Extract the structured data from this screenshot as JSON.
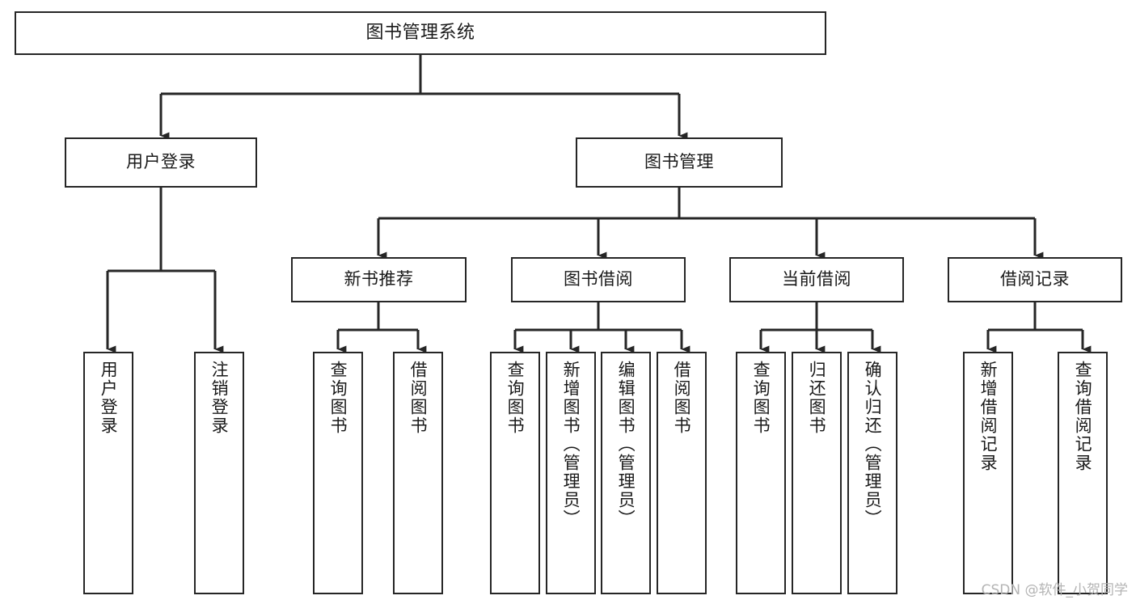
{
  "diagram": {
    "title": "图书管理系统",
    "type": "tree-hierarchy-chart",
    "background_color": "#ffffff",
    "line_color": "#262626",
    "text_color": "#1a1a1a"
  },
  "nodes": {
    "root": {
      "label": "图书管理系统"
    },
    "level1": [
      {
        "id": "user-login",
        "label": "用户登录"
      },
      {
        "id": "book-manage",
        "label": "图书管理"
      }
    ],
    "level2": [
      {
        "id": "new-book-recommend",
        "label": "新书推荐"
      },
      {
        "id": "book-borrow",
        "label": "图书借阅"
      },
      {
        "id": "current-borrow",
        "label": "当前借阅"
      },
      {
        "id": "borrow-record",
        "label": "借阅记录"
      }
    ],
    "leaves": {
      "user-login": [
        {
          "id": "leaf-user-login",
          "label": "用户登录"
        },
        {
          "id": "leaf-user-logout",
          "label": "注销登录"
        }
      ],
      "new-book-recommend": [
        {
          "id": "leaf-query-book-1",
          "label": "查询图书"
        },
        {
          "id": "leaf-borrow-book-1",
          "label": "借阅图书"
        }
      ],
      "book-borrow": [
        {
          "id": "leaf-query-book-2",
          "label": "查询图书"
        },
        {
          "id": "leaf-add-book",
          "label": "新增图书（管理员）"
        },
        {
          "id": "leaf-edit-book",
          "label": "编辑图书（管理员）"
        },
        {
          "id": "leaf-borrow-book-2",
          "label": "借阅图书"
        }
      ],
      "current-borrow": [
        {
          "id": "leaf-query-book-3",
          "label": "查询图书"
        },
        {
          "id": "leaf-return-book",
          "label": "归还图书"
        },
        {
          "id": "leaf-confirm-return",
          "label": "确认归还（管理员）"
        }
      ],
      "borrow-record": [
        {
          "id": "leaf-add-record",
          "label": "新增借阅记录"
        },
        {
          "id": "leaf-query-record",
          "label": "查询借阅记录"
        }
      ]
    }
  },
  "watermark": {
    "text": "CSDN @软件_小贺同学"
  }
}
